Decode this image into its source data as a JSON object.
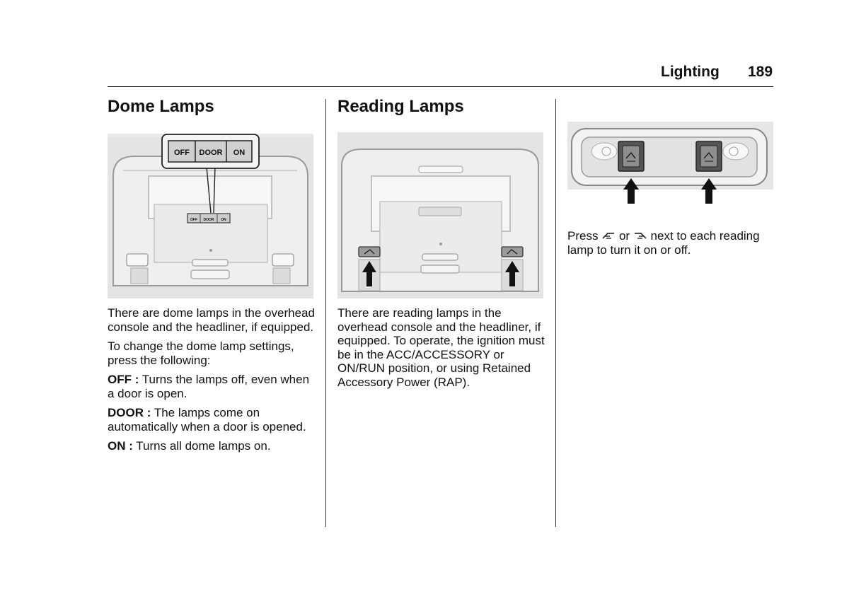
{
  "header": {
    "section": "Lighting",
    "page": "189"
  },
  "dome": {
    "heading": "Dome Lamps",
    "figure": {
      "buttons": [
        "OFF",
        "DOOR",
        "ON"
      ]
    },
    "intro": "There are dome lamps in the overhead console and the headliner, if equipped.",
    "instruction": "To change the dome lamp settings, press the following:",
    "items": [
      {
        "term": "OFF :",
        "desc": " Turns the lamps off, even when a door is open."
      },
      {
        "term": "DOOR :",
        "desc": " The lamps come on automatically when a door is opened."
      },
      {
        "term": "ON :",
        "desc": " Turns all dome lamps on."
      }
    ]
  },
  "reading": {
    "heading": "Reading Lamps",
    "body": "There are reading lamps in the overhead console and the headliner, if equipped. To operate, the ignition must be in the ACC/ACCESSORY or ON/RUN position, or using Retained Accessory Power (RAP).",
    "press_word": "Press",
    "or_word": "or",
    "press_tail": "next to each reading lamp to turn it on or off.",
    "icons": [
      "reading-lamp-left-icon",
      "reading-lamp-right-icon"
    ]
  }
}
